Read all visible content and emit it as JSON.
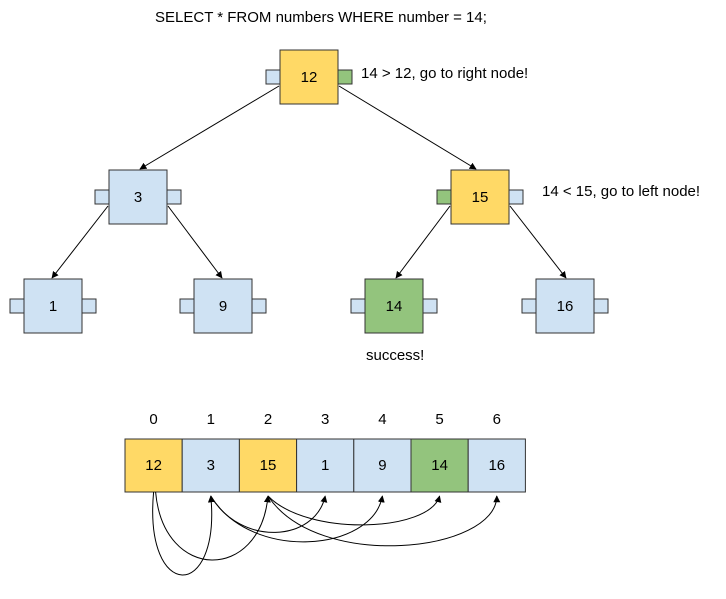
{
  "query": "SELECT * FROM numbers WHERE number = 14;",
  "colors": {
    "yellow": "#ffd966",
    "blue": "#cfe2f3",
    "green": "#93c47d",
    "border": "#333333"
  },
  "tree": {
    "nodes": [
      {
        "id": "n12",
        "label": "12",
        "state": "visited"
      },
      {
        "id": "n3",
        "label": "3",
        "state": "default"
      },
      {
        "id": "n15",
        "label": "15",
        "state": "visited"
      },
      {
        "id": "n1",
        "label": "1",
        "state": "default"
      },
      {
        "id": "n9",
        "label": "9",
        "state": "default"
      },
      {
        "id": "n14",
        "label": "14",
        "state": "found"
      },
      {
        "id": "n16",
        "label": "16",
        "state": "default"
      }
    ],
    "annotations": {
      "root_step": "14 > 12, go to right node!",
      "second_step": "14 < 15, go to left node!",
      "result": "success!"
    }
  },
  "array": {
    "indices": [
      "0",
      "1",
      "2",
      "3",
      "4",
      "5",
      "6"
    ],
    "values": [
      "12",
      "3",
      "15",
      "1",
      "9",
      "14",
      "16"
    ],
    "states": [
      "visited",
      "default",
      "visited",
      "default",
      "default",
      "found",
      "default"
    ]
  }
}
